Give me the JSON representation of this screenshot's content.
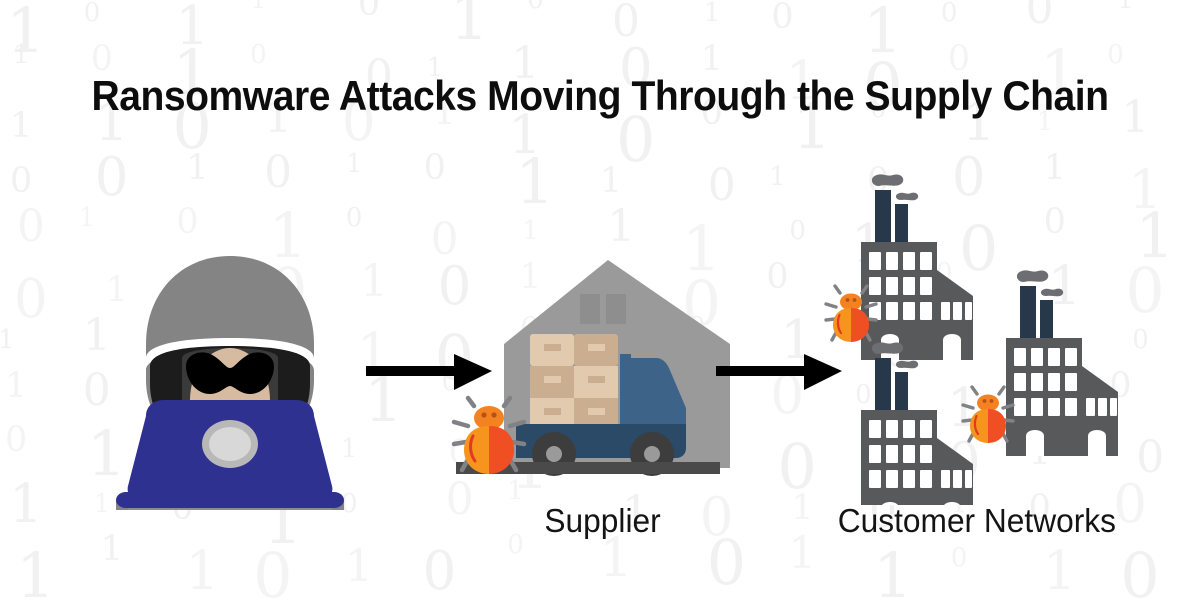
{
  "page": {
    "title": "Ransomware Attacks Moving Through the Supply Chain",
    "background_color": "#ffffff"
  },
  "headline": {
    "text": "Ransomware Attacks Moving Through the Supply Chain",
    "color": "#0d0d0d"
  },
  "captions": {
    "supplier": "Supplier",
    "customer_networks": "Customer Networks",
    "color": "#141414"
  },
  "background_pattern": {
    "name": "binary-digits",
    "characters": [
      "0",
      "1"
    ],
    "color": "#f1f1f1",
    "sequence": "1 0 1 1 0 1 0 0 1 0 1 0 0 1 1 0 1 0 0 1 1 0 1 1 0 0 1 0 1 1 0 1 0 1 1 0 0 1 0 1 1 1 0 0 1 0 1 0 1 1 0 1 0 0 1 1 0 1 0 1 0 0 1 1 1 0 1 0 0 1 0 1 1 0 1 0 1 1 0 0 1 0 1 0 1 1 0 1 1 0 0 1 0 1 0 1 1 0 1 0 0 1 1 0 1 0 1 0 0 1 1 0 0 1 0 1 1 0 1 1 0 0 1 0 1 0 1 1 0 1 0 0 1 1 0 1 0 1 0 0 1 1 1 0 1 0 0 1 0 1 1 0 1 0 1 1 0 0 1 0 1 0 1 1 0 1 1 0 0 1 0 1 0 1 1 0 1 0 0 1 1 0 1 0 1 0 0 1 1 0 0 1 0 1 1 0 1 1 0 0 1 0 1 0 1 1 0 1 0 0 1 1 0 1 0 1 0 0 1 1 1 0 1 0 0 1 0 1 1 0 1 0 1 1 0 0 1 0 1 0 1 1 0 1 1 0 0 1 0 1 0 1 1 0 1 0 0 1"
  },
  "scene": {
    "hacker": {
      "name": "hacker-figure",
      "label": "Hooded hacker at laptop",
      "colors": {
        "hood": "#848484",
        "hood_shadow": "#6f6f6f",
        "hood_inner": "#1c1c1c",
        "hood_inner_dark": "#3a3a3a",
        "face": "#d7bba0",
        "mask": "#000000",
        "laptop": "#2f3191",
        "laptop_logo_outer": "#b8b8b8",
        "laptop_logo_inner": "#d8d8d8",
        "hood_trim": "#ffffff"
      }
    },
    "arrows": [
      {
        "name": "arrow-hacker-to-supplier",
        "color": "#000000",
        "direction": "right"
      },
      {
        "name": "arrow-supplier-to-customers",
        "color": "#000000",
        "direction": "right"
      }
    ],
    "supplier": {
      "name": "supplier-warehouse",
      "label": "Warehouse with delivery truck and boxes",
      "colors": {
        "warehouse": "#9a9a9a",
        "warehouse_window": "#8e8e8e",
        "box_light": "#e2caae",
        "box_dark": "#cbad8f",
        "box_tape": "#ead9c4",
        "truck_bed": "#2a4a68",
        "truck_cab": "#3d6389",
        "wheel": "#3d3d3d",
        "wheel_hub": "#9a9a9a",
        "ground": "#4a4a4a"
      },
      "box_grid": {
        "columns": 2,
        "rows": 3
      },
      "infected": true
    },
    "customers": {
      "name": "customer-networks-group",
      "label": "Three factory buildings representing customer networks",
      "colors": {
        "building": "#58595b",
        "window": "#ffffff",
        "smokestack": "#26384a",
        "smoke": "#6d6e71"
      },
      "factories": [
        {
          "name": "factory-top-left",
          "infected": true
        },
        {
          "name": "factory-bottom-left",
          "infected": false
        },
        {
          "name": "factory-right",
          "infected": true
        }
      ],
      "count": 3
    },
    "bugs": [
      {
        "name": "bug-icon-supplier",
        "size": "large",
        "location": "supplier-warehouse"
      },
      {
        "name": "bug-icon-factory-top-left",
        "size": "small",
        "location": "factory-top-left"
      },
      {
        "name": "bug-icon-factory-right",
        "size": "small",
        "location": "factory-right"
      }
    ],
    "bug_colors": {
      "shell_left": "#f7941e",
      "shell_right": "#f04e23",
      "head": "#f58220",
      "eye": "#b5521a",
      "legs": "#808285",
      "stripe": "#e03a20"
    }
  }
}
